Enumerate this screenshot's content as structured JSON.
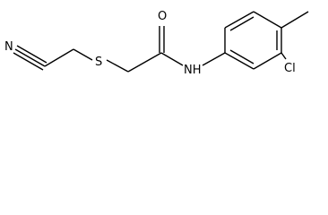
{
  "molecule": {
    "atoms": {
      "nitrile_n": "N",
      "sulfur": "S",
      "carbonyl_o": "O",
      "amide_nh": "NH",
      "chlorine": "Cl"
    }
  }
}
